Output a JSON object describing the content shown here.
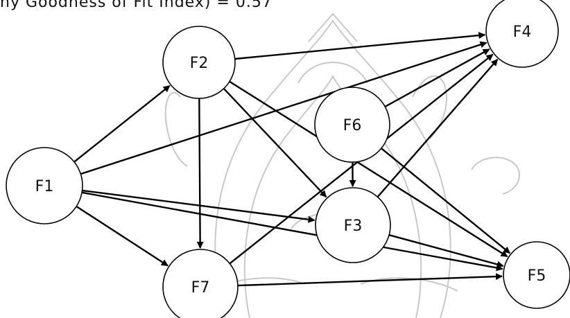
{
  "caption": "ny  Goodness  of  Fit  Index) = 0.57",
  "nodes": [
    {
      "id": "F1",
      "label": "F1"
    },
    {
      "id": "F2",
      "label": "F2"
    },
    {
      "id": "F3",
      "label": "F3"
    },
    {
      "id": "F4",
      "label": "F4"
    },
    {
      "id": "F5",
      "label": "F5"
    },
    {
      "id": "F6",
      "label": "F6"
    },
    {
      "id": "F7",
      "label": "F7"
    }
  ],
  "edges": [
    {
      "from": "F1",
      "to": "F2"
    },
    {
      "from": "F1",
      "to": "F4"
    },
    {
      "from": "F1",
      "to": "F3"
    },
    {
      "from": "F1",
      "to": "F7"
    },
    {
      "from": "F1",
      "to": "F5"
    },
    {
      "from": "F2",
      "to": "F4"
    },
    {
      "from": "F2",
      "to": "F7"
    },
    {
      "from": "F2",
      "to": "F3"
    },
    {
      "from": "F2",
      "to": "F5"
    },
    {
      "from": "F6",
      "to": "F4"
    },
    {
      "from": "F6",
      "to": "F3"
    },
    {
      "from": "F6",
      "to": "F5"
    },
    {
      "from": "F3",
      "to": "F4"
    },
    {
      "from": "F3",
      "to": "F5"
    },
    {
      "from": "F7",
      "to": "F4"
    },
    {
      "from": "F7",
      "to": "F5"
    }
  ]
}
